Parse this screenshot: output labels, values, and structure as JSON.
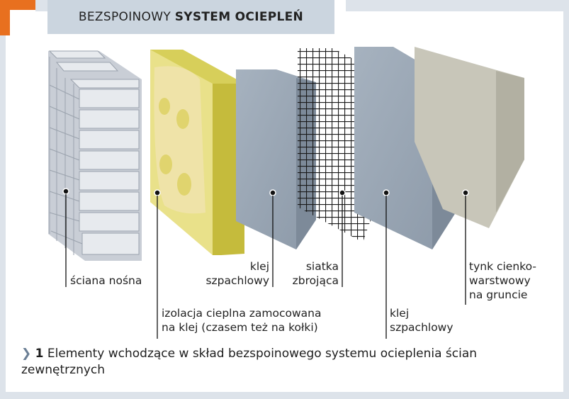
{
  "title": {
    "normal": "BEZSPOINOWY ",
    "bold": "SYSTEM OCIEPLEŃ"
  },
  "layers": [
    {
      "label_lines": [
        "ściana nośna"
      ]
    },
    {
      "label_lines": [
        "izolacja cieplna zamocowana",
        "na klej (czasem też na kołki)"
      ]
    },
    {
      "label_lines": [
        "klej",
        "szpachlowy"
      ]
    },
    {
      "label_lines": [
        "siatka",
        "zbrojąca"
      ]
    },
    {
      "label_lines": [
        "klej",
        "szpachlowy"
      ]
    },
    {
      "label_lines": [
        "tynk cienko-",
        "warstwowy",
        "na gruncie"
      ]
    }
  ],
  "caption": {
    "number": "1",
    "text": "Elementy wchodzące w skład bezspoinowego systemu ocieplenia ścian zewnętrznych"
  }
}
